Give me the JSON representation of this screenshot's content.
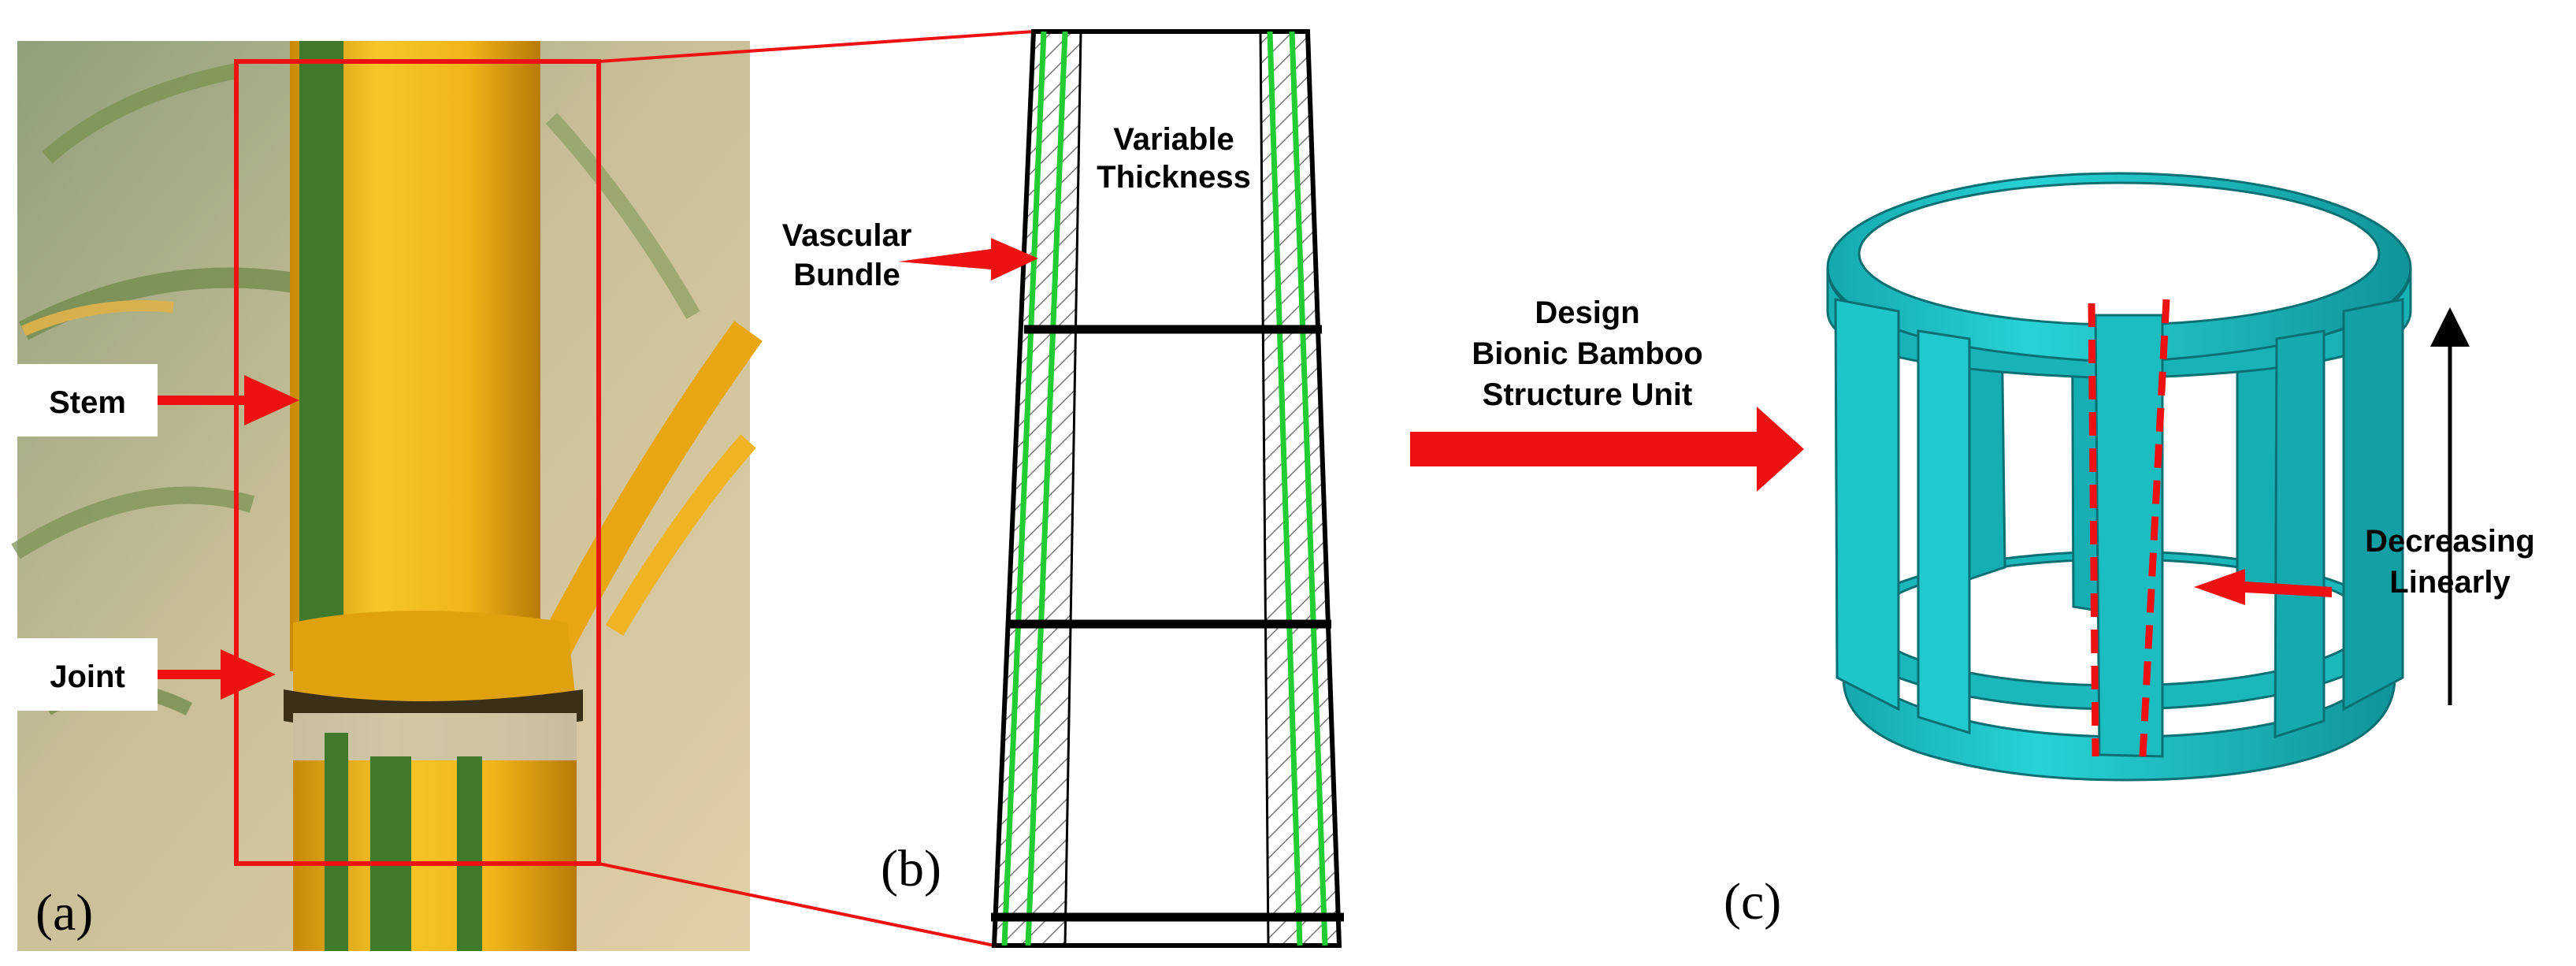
{
  "panel_a": {
    "labels": {
      "stem": "Stem",
      "joint": "Joint"
    },
    "caption": "(a)"
  },
  "panel_b": {
    "labels": {
      "vascular_line1": "Vascular",
      "vascular_line2": "Bundle",
      "thickness_line1": "Variable",
      "thickness_line2": "Thickness"
    },
    "caption": "(b)"
  },
  "design": {
    "line1": "Design",
    "line2": "Bionic Bamboo",
    "line3": "Structure Unit"
  },
  "panel_c": {
    "labels": {
      "line1": "Decreasing",
      "line2": "Linearly"
    },
    "caption": "(c)"
  },
  "colors": {
    "red": "#ee1111",
    "green": "#22cc33",
    "cyan": "#1fc4c8",
    "cyan_dark": "#12969a",
    "bamboo": "#f0b818",
    "bamboo_stripe": "#3f7a2c"
  }
}
